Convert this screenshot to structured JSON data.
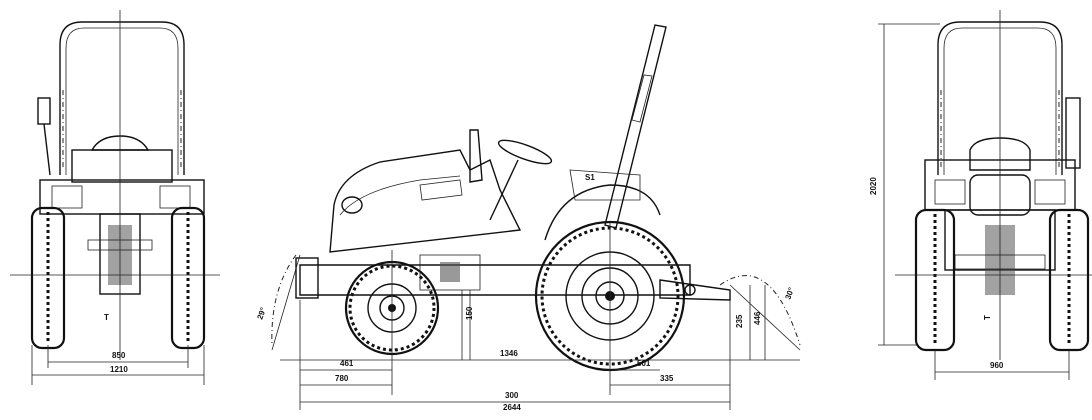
{
  "front_view": {
    "track_label": "850",
    "width_label": "1210",
    "axis_label": "T"
  },
  "side_view": {
    "front_overhang_label": "461",
    "front_base_label": "780",
    "wheelbase_label": "1346",
    "rear_label": "501",
    "rear_overhang_label": "335",
    "length_label_1": "300",
    "length_label_2": "2644",
    "ground_clearance_label": "150",
    "hitch_height_1": "235",
    "hitch_height_2": "446",
    "approach_angle_label": "29°",
    "departure_angle_label": "30°",
    "pto_label": "S1"
  },
  "rear_view": {
    "height_label": "2020",
    "track_label": "960",
    "axis_label": "T"
  }
}
